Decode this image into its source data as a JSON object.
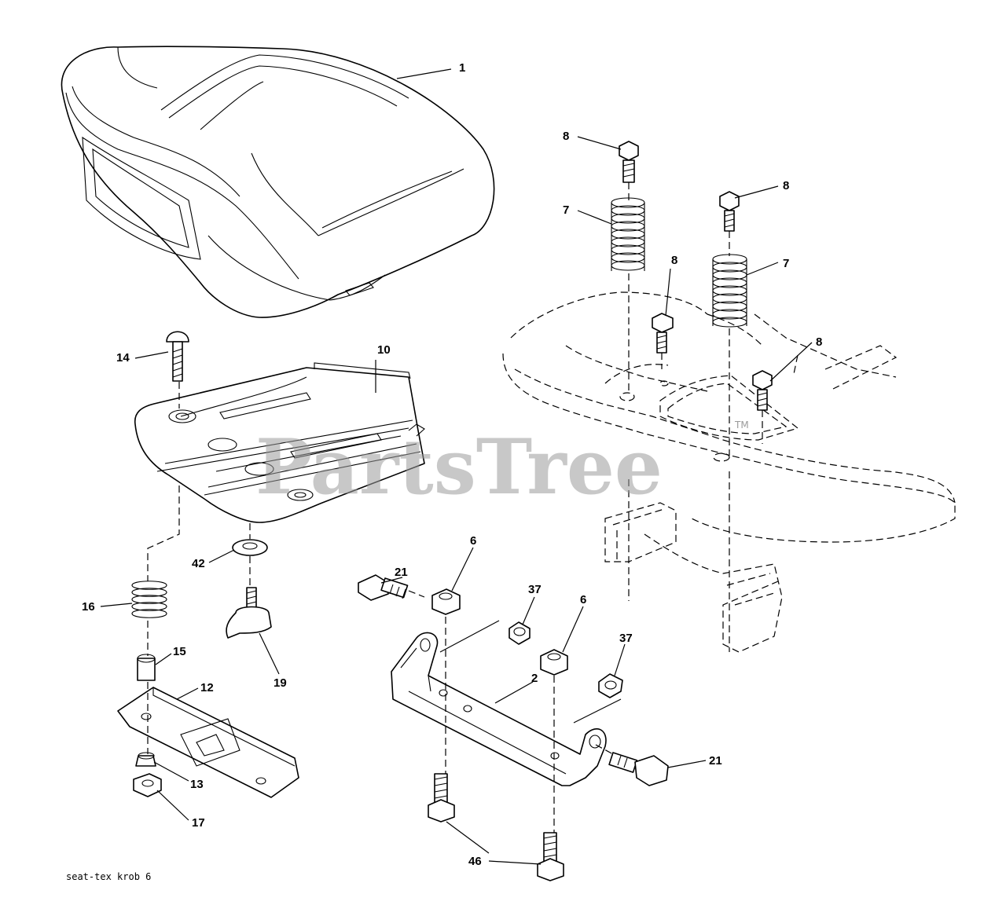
{
  "watermark": {
    "text": "PartsTree",
    "tm": "TM"
  },
  "footer_code": "seat-tex krob 6",
  "callouts": {
    "seat": "1",
    "bracket": "2",
    "nut_a": "6",
    "nut_b": "6",
    "spring_a": "7",
    "spring_b": "7",
    "bolt_a": "8",
    "bolt_b": "8",
    "bolt_c": "8",
    "bolt_d": "8",
    "seat_pan": "10",
    "slide": "12",
    "nut_13": "13",
    "carriage_bolt": "14",
    "spacer": "15",
    "spring_16": "16",
    "nut_17": "17",
    "knob": "19",
    "shoulder_bolt_a": "21",
    "shoulder_bolt_b": "21",
    "washer_a": "37",
    "washer_b": "37",
    "washer_42": "42",
    "bolt_46_a": "46",
    "bolt_46_b": "46"
  }
}
